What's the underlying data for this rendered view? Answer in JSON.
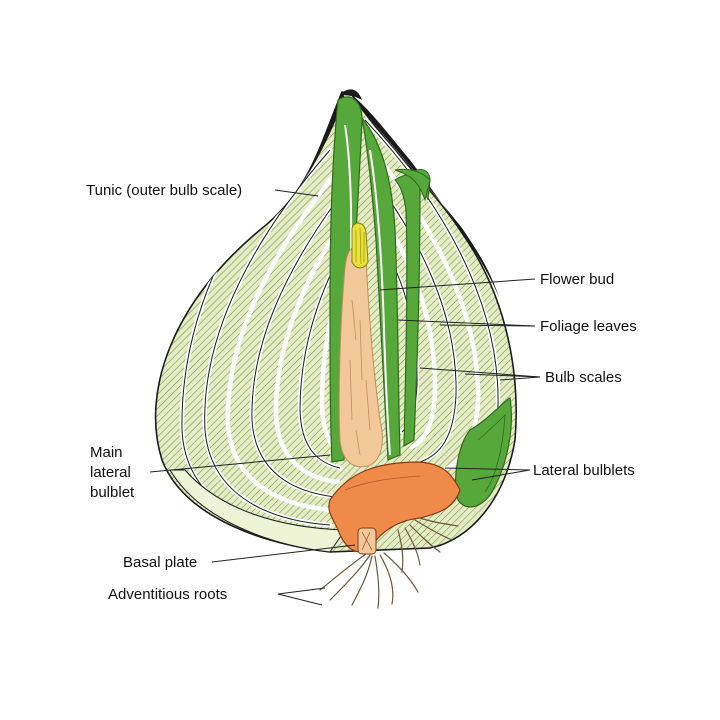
{
  "labels": {
    "tunic": "Tunic (outer bulb scale)",
    "flower_bud": "Flower bud",
    "foliage_leaves": "Foliage leaves",
    "bulb_scales": "Bulb scales",
    "main_lateral_bulblet_1": "Main",
    "main_lateral_bulblet_2": "lateral",
    "main_lateral_bulblet_3": "bulblet",
    "lateral_bulblets": "Lateral bulblets",
    "basal_plate": "Basal plate",
    "adventitious_roots": "Adventitious roots"
  },
  "colors": {
    "scale_fill": "#e3ecc2",
    "scale_hatch": "#7d8a55",
    "scale_outline": "#1a1a1a",
    "tunic": "#1a1a1a",
    "leaf_green": "#56a83a",
    "leaf_dark": "#2f6b1e",
    "flower_bud": "#f2c79a",
    "flower_tip": "#e8e23a",
    "basal_plate": "#f08a4b",
    "roots": "#6b5a3a",
    "label_text": "#111111"
  }
}
